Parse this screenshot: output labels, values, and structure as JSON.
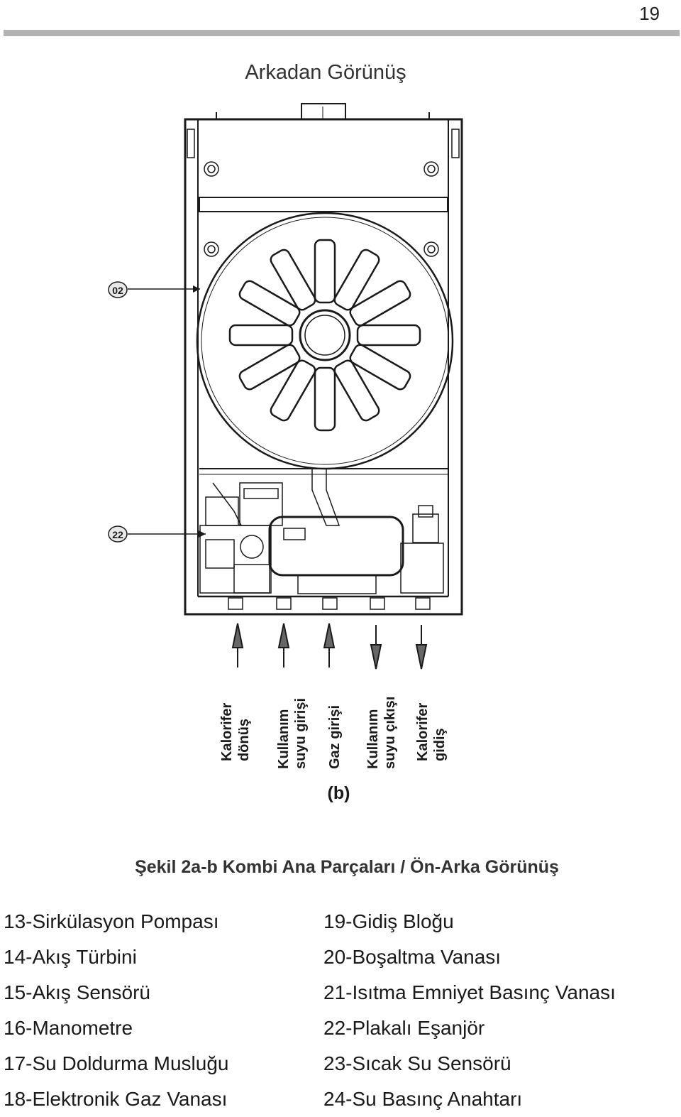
{
  "page_number": "19",
  "view_title": "Arkadan Görünüş",
  "callouts": [
    "02",
    "22"
  ],
  "connections": [
    {
      "line1": "Kalorifer",
      "line2": "dönüş",
      "direction": "up"
    },
    {
      "line1": "Kullanım",
      "line2": "suyu girişi",
      "direction": "up"
    },
    {
      "line1": "Gaz girişi",
      "line2": "",
      "direction": "up"
    },
    {
      "line1": "Kullanım",
      "line2": "suyu çıkışı",
      "direction": "down"
    },
    {
      "line1": "Kalorifer",
      "line2": "gidiş",
      "direction": "down"
    }
  ],
  "subfigure_label": "(b)",
  "caption": "Şekil 2a-b Kombi Ana Parçaları / Ön-Arka Görünüş",
  "legend_left": [
    "13-Sirkülasyon Pompası",
    "14-Akış Türbini",
    "15-Akış Sensörü",
    "16-Manometre",
    "17-Su Doldurma Musluğu",
    "18-Elektronik Gaz Vanası"
  ],
  "legend_right": [
    "19-Gidiş Bloğu",
    "20-Boşaltma Vanası",
    "21-Isıtma Emniyet Basınç Vanası",
    "22-Plakalı Eşanjör",
    "23-Sıcak Su Sensörü",
    "24-Su Basınç Anahtarı"
  ],
  "colors": {
    "header_rule": "#b3b3b3",
    "line": "#1a1a1a",
    "callout_fill": "#e8e8e8"
  }
}
